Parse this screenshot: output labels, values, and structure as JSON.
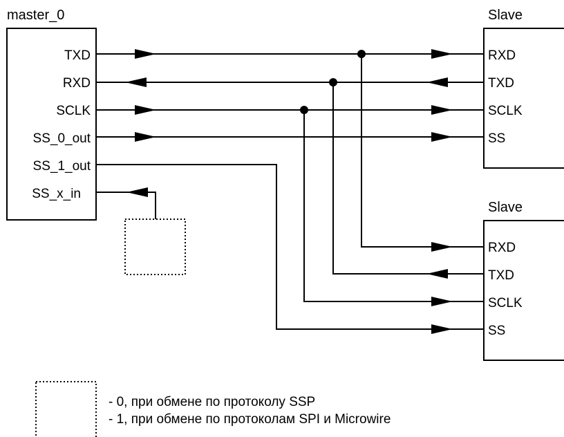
{
  "master": {
    "title": "master_0",
    "pins": [
      "TXD",
      "RXD",
      "SCLK",
      "SS_0_out",
      "SS_1_out",
      "SS_x_in"
    ]
  },
  "slave1": {
    "title": "Slave",
    "pins": [
      "RXD",
      "TXD",
      "SCLK",
      "SS"
    ]
  },
  "slave2": {
    "title": "Slave",
    "pins": [
      "RXD",
      "TXD",
      "SCLK",
      "SS"
    ]
  },
  "legend": {
    "line1": "- 0, при обмене по протоколу SSP",
    "line2": "- 1, при обмене по протоколам SPI и Microwire"
  }
}
